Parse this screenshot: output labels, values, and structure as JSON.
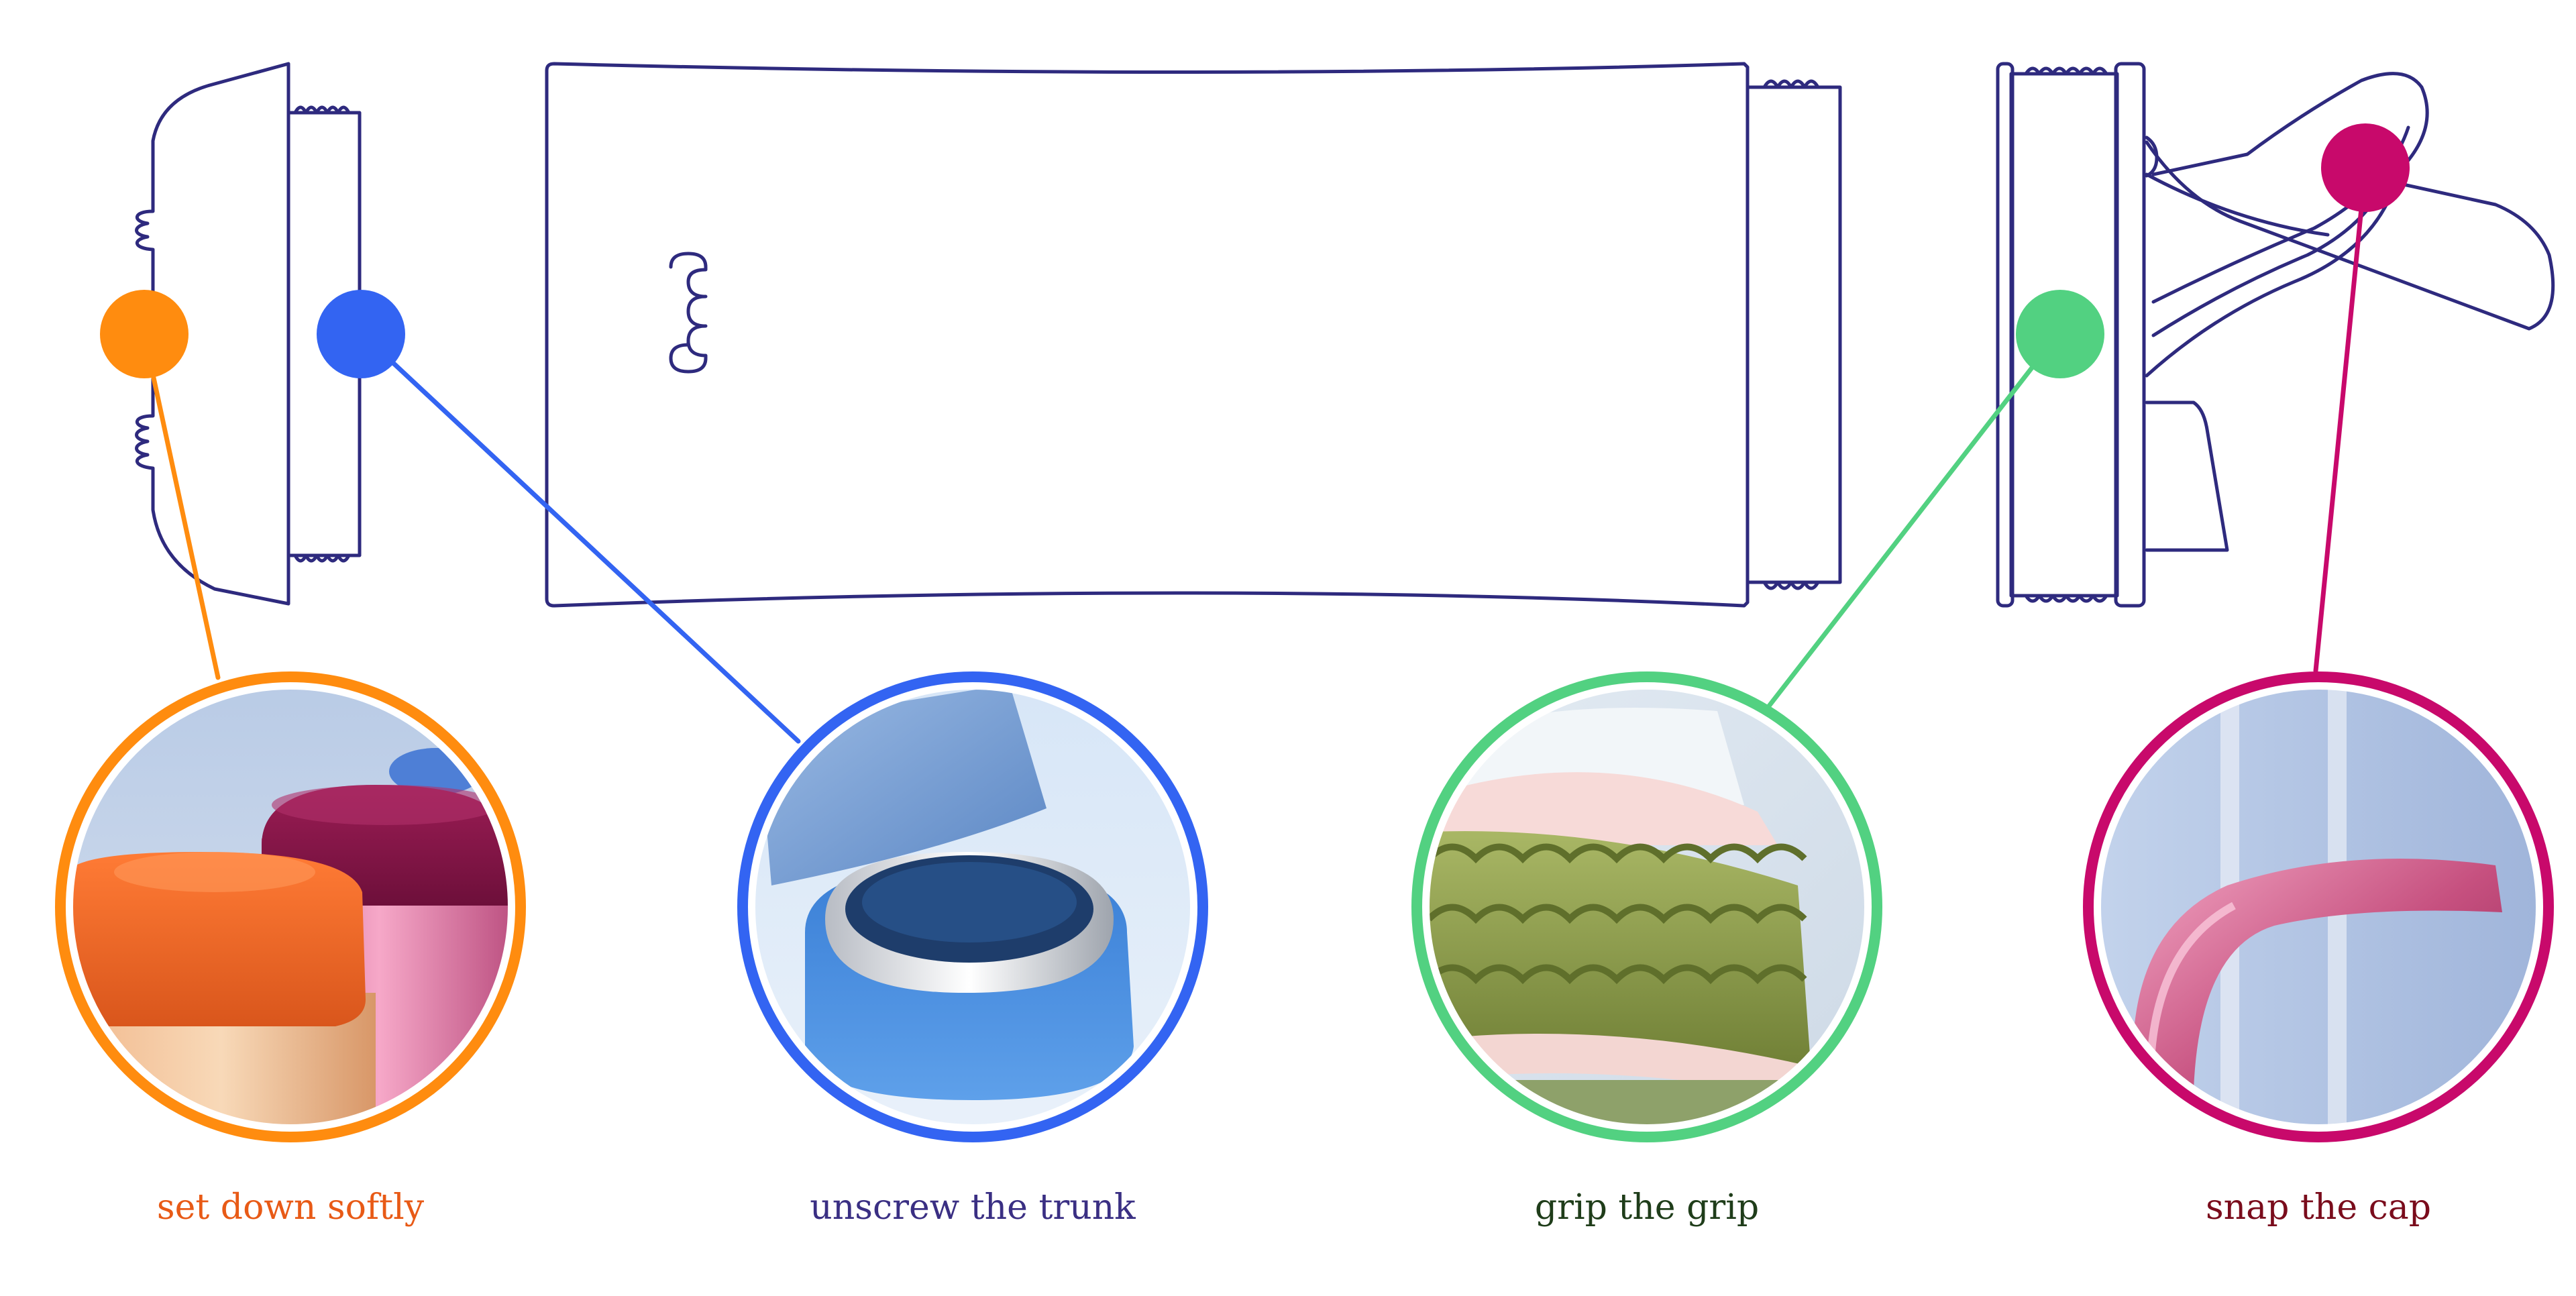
{
  "colors": {
    "outline": "#2e2a7e",
    "orange": "#ff8c0f",
    "blue": "#3364f2",
    "green": "#52d181",
    "magenta": "#c8096b"
  },
  "callouts": [
    {
      "id": "bottom",
      "label": "set down softly",
      "label_color": "#e85a16",
      "ring_color": "#ff8c0f",
      "icon": "orange-cap-closeup"
    },
    {
      "id": "trunk",
      "label": "unscrew the trunk",
      "label_color": "#3a2f83",
      "ring_color": "#3364f2",
      "icon": "blue-thread-closeup"
    },
    {
      "id": "grip",
      "label": "grip the grip",
      "label_color": "#1f3d1a",
      "ring_color": "#52d181",
      "icon": "green-grip-closeup"
    },
    {
      "id": "cap",
      "label": "snap the cap",
      "label_color": "#7a0c1c",
      "ring_color": "#c8096b",
      "icon": "pink-handle-closeup"
    }
  ]
}
